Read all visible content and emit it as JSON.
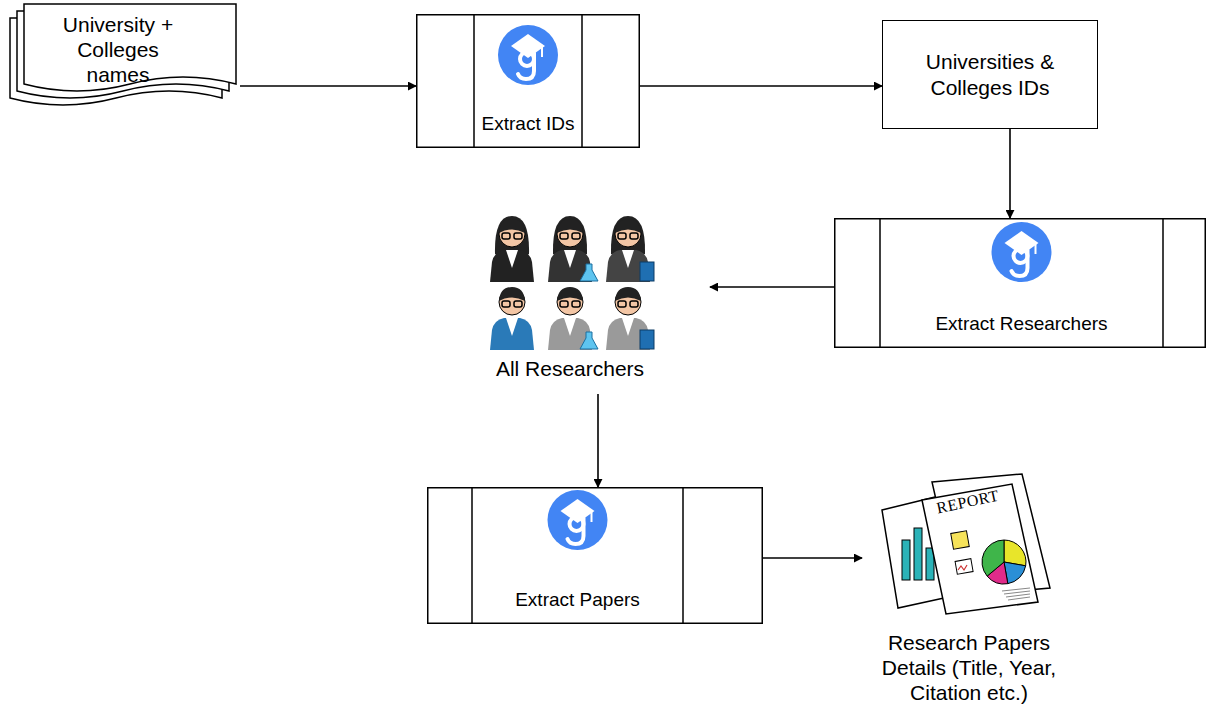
{
  "diagram": {
    "nodes": [
      {
        "text": [
          "University + Colleges names"
        ]
      },
      {
        "text": [
          "Extract IDs"
        ]
      },
      {
        "text": [
          "Universities & Colleges IDs"
        ]
      },
      {
        "text": [
          "Extract Researchers"
        ]
      },
      {
        "text": [
          "All Researchers"
        ]
      },
      {
        "text": [
          "Extract Papers"
        ]
      },
      {
        "text": [
          "Research Papers Details (Title, Year, Citation etc.)"
        ]
      }
    ],
    "edges": [
      {
        "from": 0,
        "to": 1,
        "arrow": "to"
      },
      {
        "from": 1,
        "to": 2,
        "arrow": "to"
      },
      {
        "from": 2,
        "to": 3,
        "arrow": "to"
      },
      {
        "from": 3,
        "to": 4,
        "arrow": "to"
      },
      {
        "from": 4,
        "to": 5,
        "arrow": "to"
      },
      {
        "from": 5,
        "to": 6,
        "arrow": "to"
      }
    ],
    "labels": [
      "REPORT"
    ]
  }
}
